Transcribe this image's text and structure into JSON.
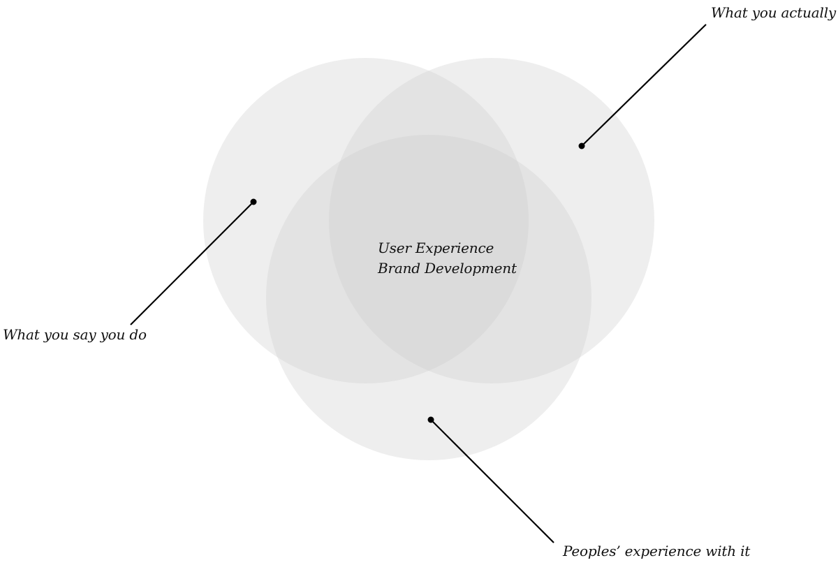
{
  "diagram": {
    "sets": [
      {
        "label": "What you say you do"
      },
      {
        "label": "What you actually do"
      },
      {
        "label": "Peoples’ experience with it"
      }
    ],
    "intersection": {
      "lines": [
        "User Experience",
        "Brand Development"
      ]
    },
    "colors": {
      "circle_fill": "#cdcdcd",
      "line": "#000000",
      "text": "#111111",
      "background": "#ffffff"
    }
  }
}
